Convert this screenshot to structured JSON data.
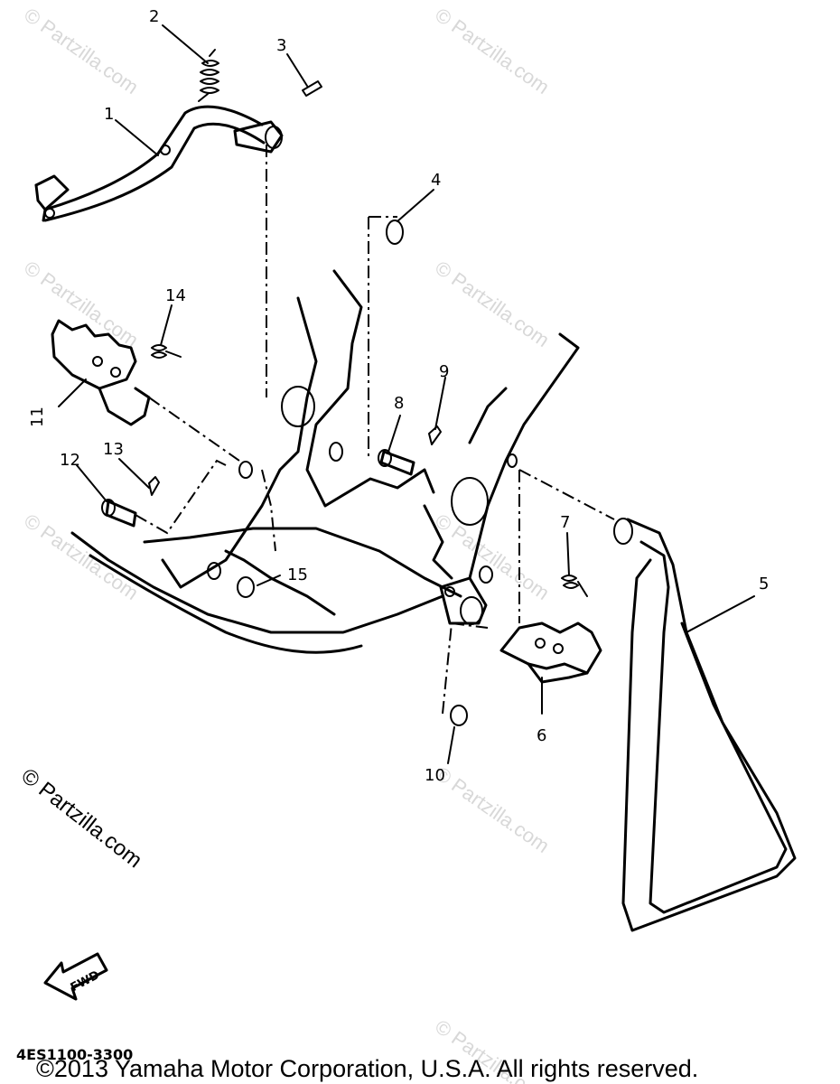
{
  "callouts": [
    "1",
    "2",
    "3",
    "4",
    "5",
    "6",
    "7",
    "8",
    "9",
    "10",
    "11",
    "12",
    "13",
    "14",
    "15"
  ],
  "watermark": "© Partzilla.com",
  "fwd_label": "FWD",
  "diagram_code": "4ES1100-3300",
  "copyright": "©2013 Yamaha Motor Corporation, U.S.A. All rights reserved."
}
